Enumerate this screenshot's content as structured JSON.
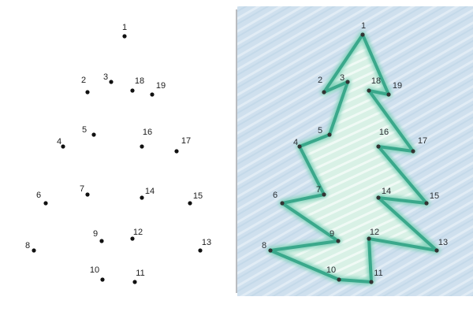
{
  "puzzle": {
    "points": [
      {
        "n": "1"
      },
      {
        "n": "2"
      },
      {
        "n": "3"
      },
      {
        "n": "4"
      },
      {
        "n": "5"
      },
      {
        "n": "6"
      },
      {
        "n": "7"
      },
      {
        "n": "8"
      },
      {
        "n": "9"
      },
      {
        "n": "10"
      },
      {
        "n": "11"
      },
      {
        "n": "12"
      },
      {
        "n": "13"
      },
      {
        "n": "14"
      },
      {
        "n": "15"
      },
      {
        "n": "16"
      },
      {
        "n": "17"
      },
      {
        "n": "18"
      },
      {
        "n": "19"
      }
    ],
    "outline_order": [
      "1",
      "2",
      "3",
      "5",
      "4",
      "7",
      "6",
      "9",
      "8",
      "10",
      "11",
      "12",
      "13",
      "14",
      "15",
      "16",
      "17",
      "18",
      "19",
      "1"
    ]
  },
  "colors": {
    "dot": "#111111",
    "outline": "#3aa88b",
    "outline_glow": "#7fd1b9",
    "tree_fill": "#d9f1e6",
    "background_wash": "#cfe0ee",
    "divider": "#b9bcc0"
  }
}
